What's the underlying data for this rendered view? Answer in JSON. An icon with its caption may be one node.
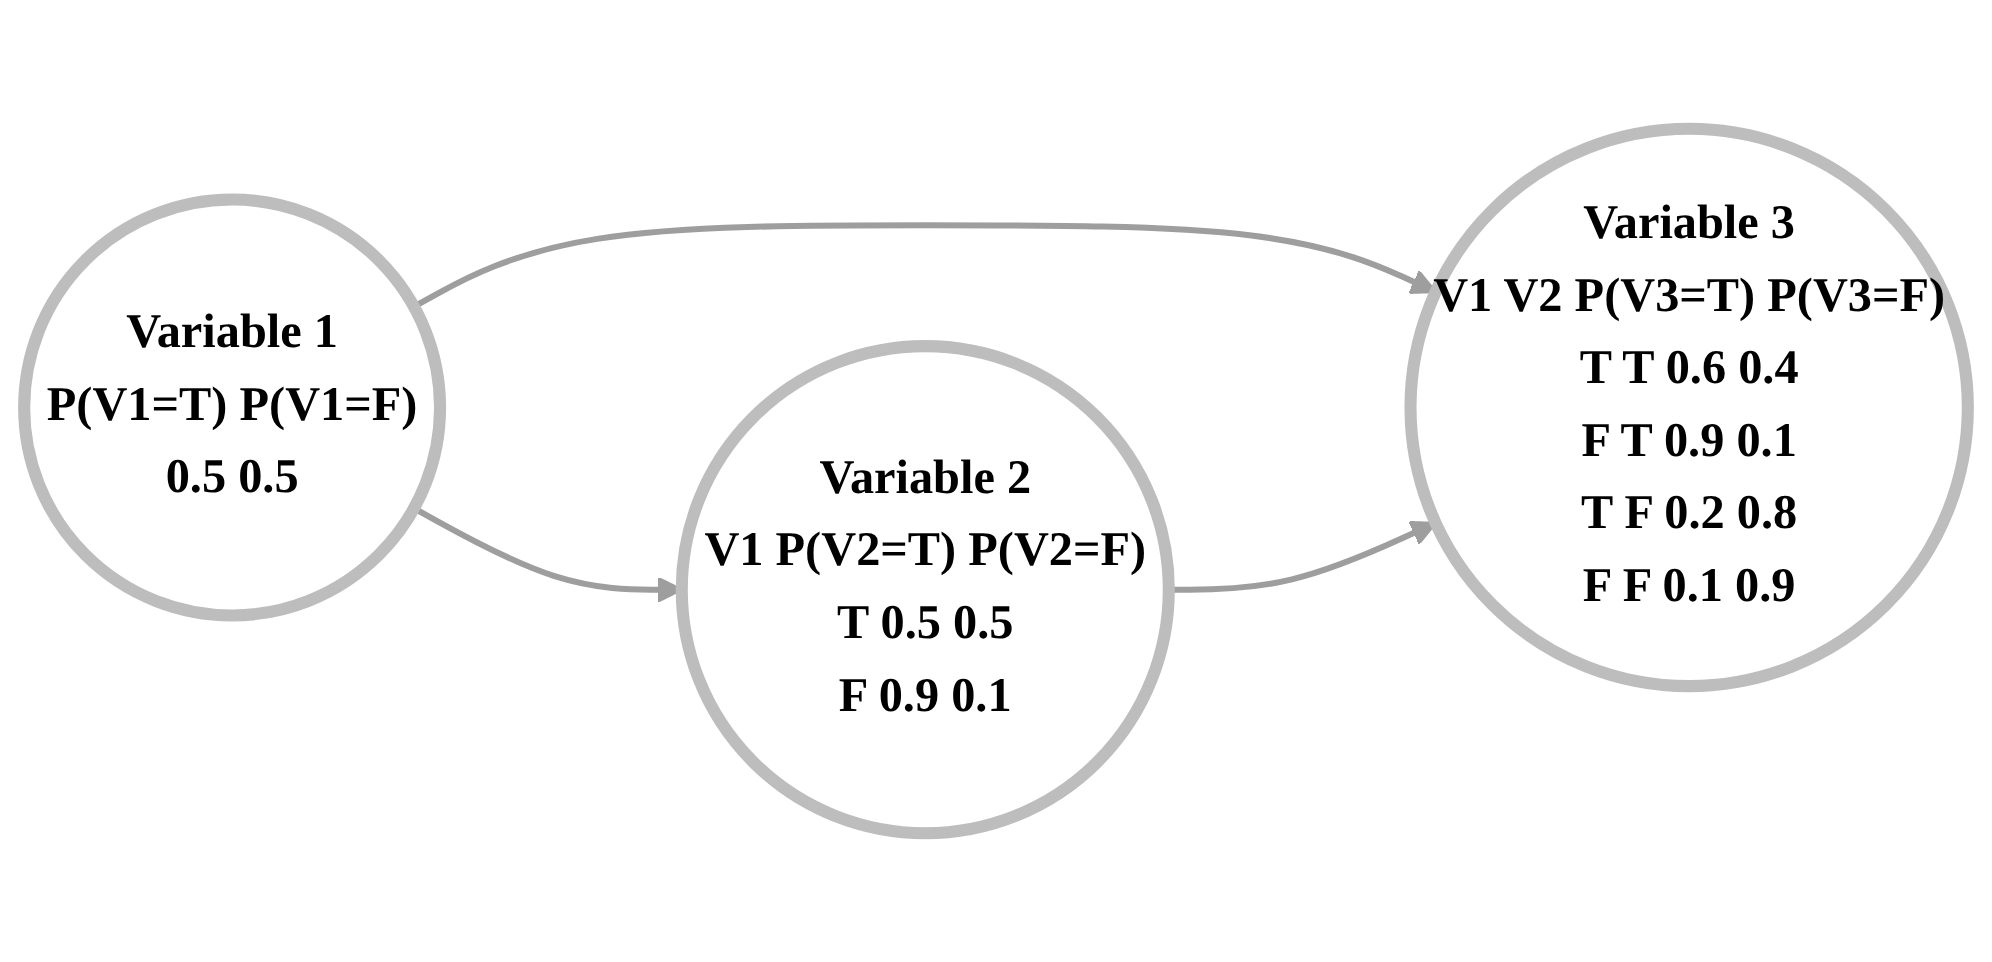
{
  "diagram": {
    "nodes": [
      {
        "text": [
          "Variable 1",
          "P(V1=T) P(V1=F)",
          "0.5 0.5"
        ]
      },
      {
        "text": [
          "Variable 2",
          "V1 P(V2=T) P(V2=F)",
          "T 0.5 0.5",
          "F 0.9 0.1"
        ]
      },
      {
        "text": [
          "Variable 3",
          "V1 V2 P(V3=T) P(V3=F)",
          "T T 0.6 0.4",
          "F T 0.9 0.1",
          "T F 0.2 0.8",
          "F F 0.1 0.9"
        ]
      }
    ],
    "edges": [
      {
        "from": 0,
        "to": 1,
        "arrow": "to"
      },
      {
        "from": 0,
        "to": 2,
        "arrow": "to"
      },
      {
        "from": 1,
        "to": 2,
        "arrow": "to"
      }
    ]
  }
}
